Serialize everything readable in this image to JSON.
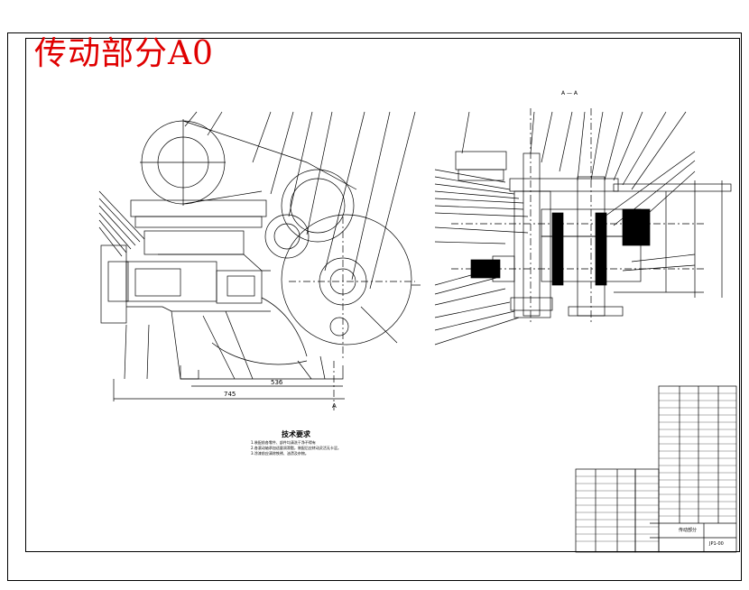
{
  "title": "传动部分A0",
  "section_label": "A — A",
  "tech_requirements": {
    "title": "技术要求",
    "lines": [
      "1.装配前各零件、部件均清洗干净不得有",
      "2.各滚动轴承加适量润滑脂，装配后应转动灵活无卡涩。",
      "3.涂漆前应清除铁锈、油渍及杂物。"
    ]
  },
  "dimensions": {
    "d745": "745",
    "d536": "536",
    "section_mark": "A"
  },
  "title_block": {
    "drawing_no": "JP1-00",
    "name": "传动部分"
  },
  "colors": {
    "title": "#e00000",
    "line": "#000000"
  }
}
